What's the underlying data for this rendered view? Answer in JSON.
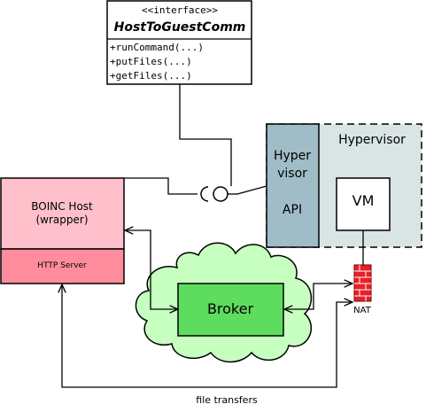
{
  "interface": {
    "stereotype": "<<interface>>",
    "name": "HostToGuestComm",
    "methods": [
      "+runCommand(...)",
      "+putFiles(...)",
      "+getFiles(...)"
    ]
  },
  "hypervisor": {
    "title": "Hypervisor",
    "api_line1": "Hyper",
    "api_line2": "visor",
    "api_line3": "API",
    "vm_label": "VM"
  },
  "boinc_host": {
    "line1": "BOINC Host",
    "line2": "(wrapper)",
    "http_server": "HTTP Server"
  },
  "broker": {
    "label": "Broker"
  },
  "nat": {
    "label": "NAT"
  },
  "file_transfers": {
    "label": "file transfers"
  },
  "colors": {
    "hypervisor_bg": "#d9e4e4",
    "api_fill": "#9fbcc7",
    "boinc_fill": "#ffc0cb",
    "http_fill": "#ff8c9c",
    "cloud_fill": "#c6ffc0",
    "broker_fill": "#5edc5e",
    "firewall_red": "#e8202a"
  }
}
